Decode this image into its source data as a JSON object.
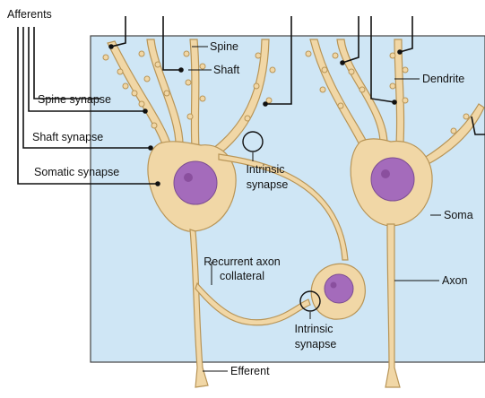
{
  "labels": {
    "afferents": "Afferents",
    "spine": "Spine",
    "shaft": "Shaft",
    "spine_synapse": "Spine synapse",
    "shaft_synapse": "Shaft synapse",
    "somatic_synapse": "Somatic synapse",
    "intrinsic_synapse_top_1": "Intrinsic",
    "intrinsic_synapse_top_2": "synapse",
    "recurrent_1": "Recurrent axon",
    "recurrent_2": "collateral",
    "intrinsic_synapse_bottom_1": "Intrinsic",
    "intrinsic_synapse_bottom_2": "synapse",
    "efferent": "Efferent",
    "dendrite": "Dendrite",
    "soma": "Soma",
    "axon": "Axon"
  },
  "colors": {
    "panel": "#cfe6f5",
    "cell_body": "#f1d7a6",
    "nucleus": "#a46bbb",
    "fiber": "#111111"
  }
}
